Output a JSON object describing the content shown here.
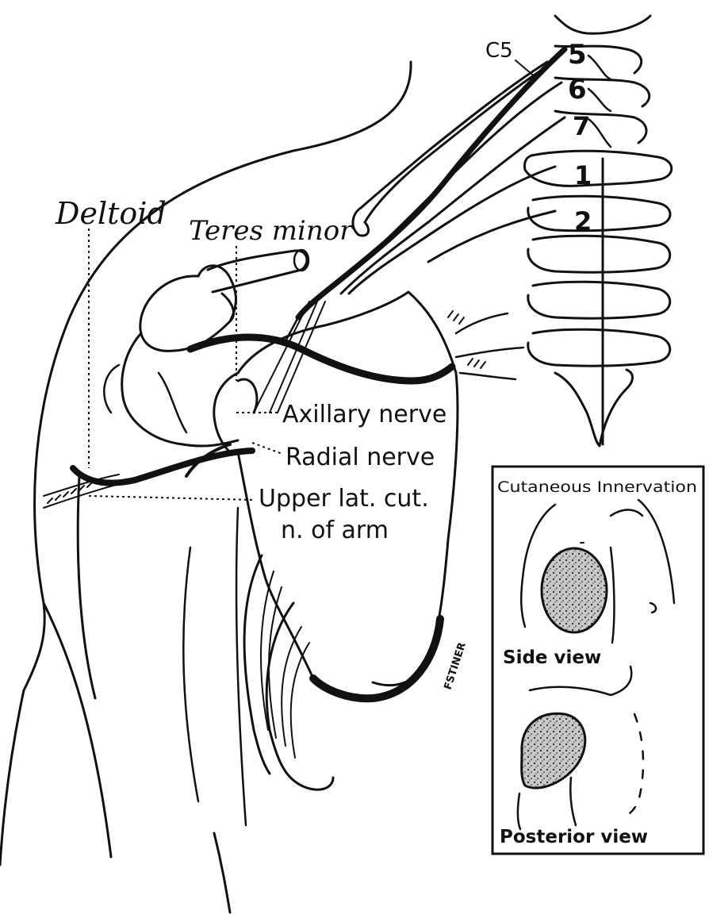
{
  "labels": {
    "c5": "C5",
    "deltoid": "Deltoid",
    "teres_minor": "Teres minor",
    "axillary_nerve": "Axillary nerve",
    "radial_nerve": "Radial nerve",
    "upper_lat_line1": "Upper lat. cut.",
    "upper_lat_line2": "n. of arm",
    "signature": "FSTINER"
  },
  "vertebrae": [
    "5",
    "6",
    "7",
    "1",
    "2"
  ],
  "inset": {
    "title": "Cutaneous Innervation",
    "side_view": "Side view",
    "posterior_view": "Posterior view"
  }
}
